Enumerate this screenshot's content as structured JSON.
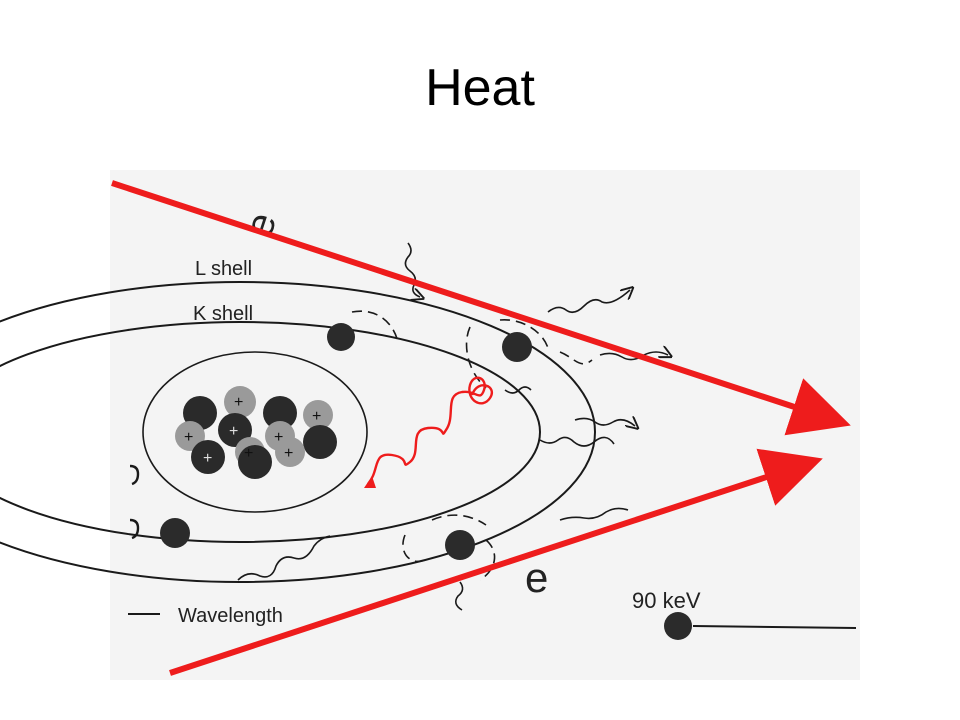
{
  "slide": {
    "title": "Heat"
  },
  "diagram": {
    "labels": {
      "l_shell": "L shell",
      "k_shell": "K shell",
      "wavelength": "Wavelength",
      "energy": "90 keV",
      "electron_top": "e",
      "electron_bottom": "e"
    },
    "nucleus": {
      "particles": [
        "+",
        "+",
        "+",
        "+",
        "+",
        "+",
        "+",
        "+"
      ]
    }
  },
  "colors": {
    "annotation_red": "#ee1c1c",
    "ink": "#1a1a1a",
    "proton_gray": "#9a9a9a",
    "neutron_dark": "#2a2a2a"
  }
}
